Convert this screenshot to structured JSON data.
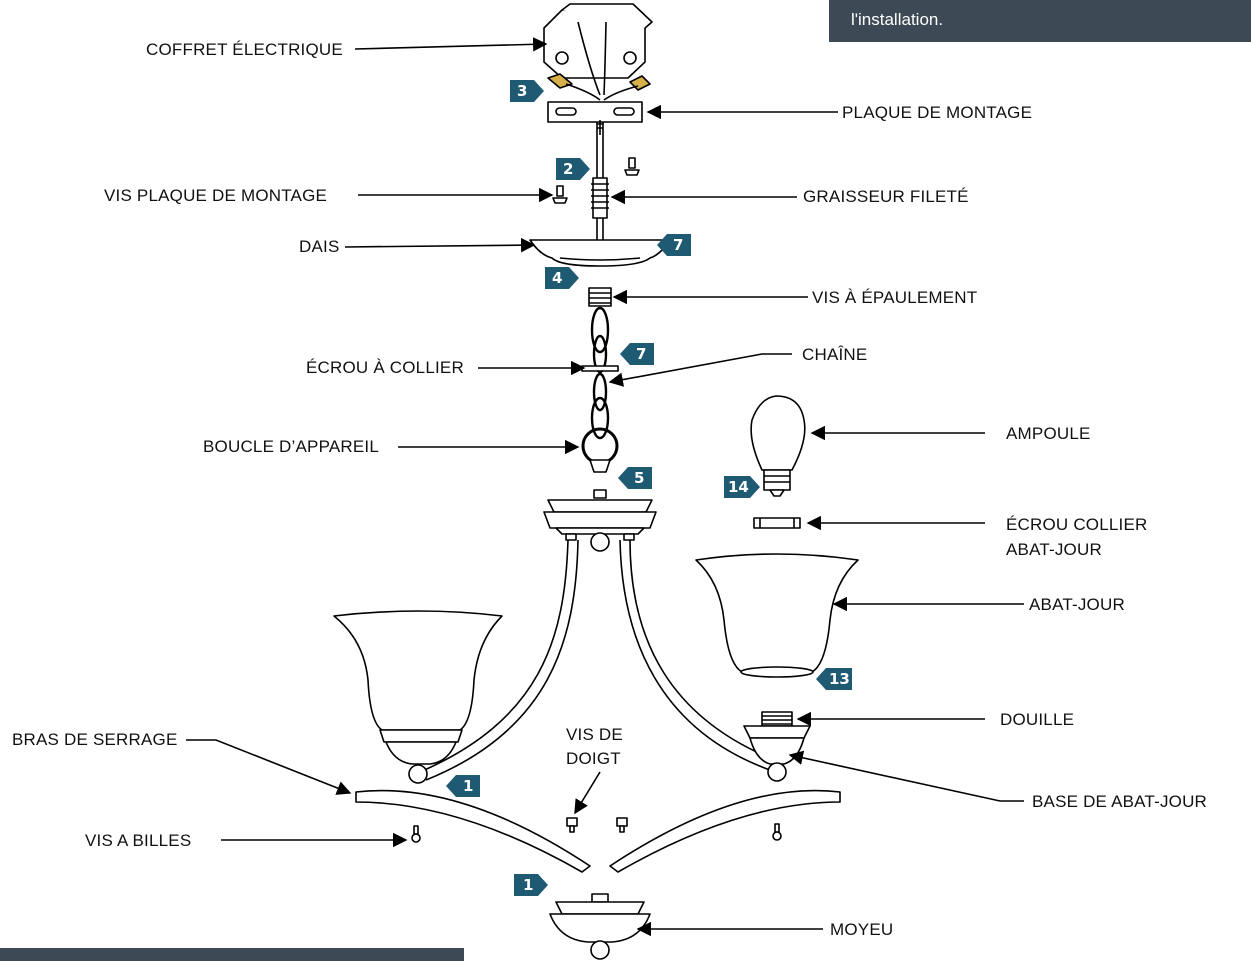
{
  "header_note": "l'installation.",
  "labels": {
    "coffret": "COFFRET ÉLECTRIQUE",
    "plaque": "PLAQUE DE MONTAGE",
    "vis_plaque": "VIS PLAQUE DE MONTAGE",
    "graisseur": "GRAISSEUR FILETÉ",
    "dais": "DAIS",
    "vis_epaulement": "VIS À ÉPAULEMENT",
    "ecrou_collier": "ÉCROU À COLLIER",
    "chaine": "CHAÎNE",
    "boucle": "BOUCLE D’APPAREIL",
    "ampoule": "AMPOULE",
    "ecrou_abat_1": "ÉCROU COLLIER",
    "ecrou_abat_2": "ABAT-JOUR",
    "abat_jour": "ABAT-JOUR",
    "douille": "DOUILLE",
    "bras": "BRAS DE SERRAGE",
    "vis_doigt_1": "VIS DE",
    "vis_doigt_2": "DOIGT",
    "base": "BASE DE ABAT-JOUR",
    "vis_billes": "VIS A BILLES",
    "moyeu": "MOYEU"
  },
  "steps": {
    "s3": "3",
    "s2": "2",
    "s7a": "7",
    "s4": "4",
    "s7b": "7",
    "s5": "5",
    "s14": "14",
    "s13": "13",
    "s1a": "1",
    "s1b": "1"
  },
  "colors": {
    "badge": "#1f5a73",
    "bar": "#3d4a55"
  }
}
